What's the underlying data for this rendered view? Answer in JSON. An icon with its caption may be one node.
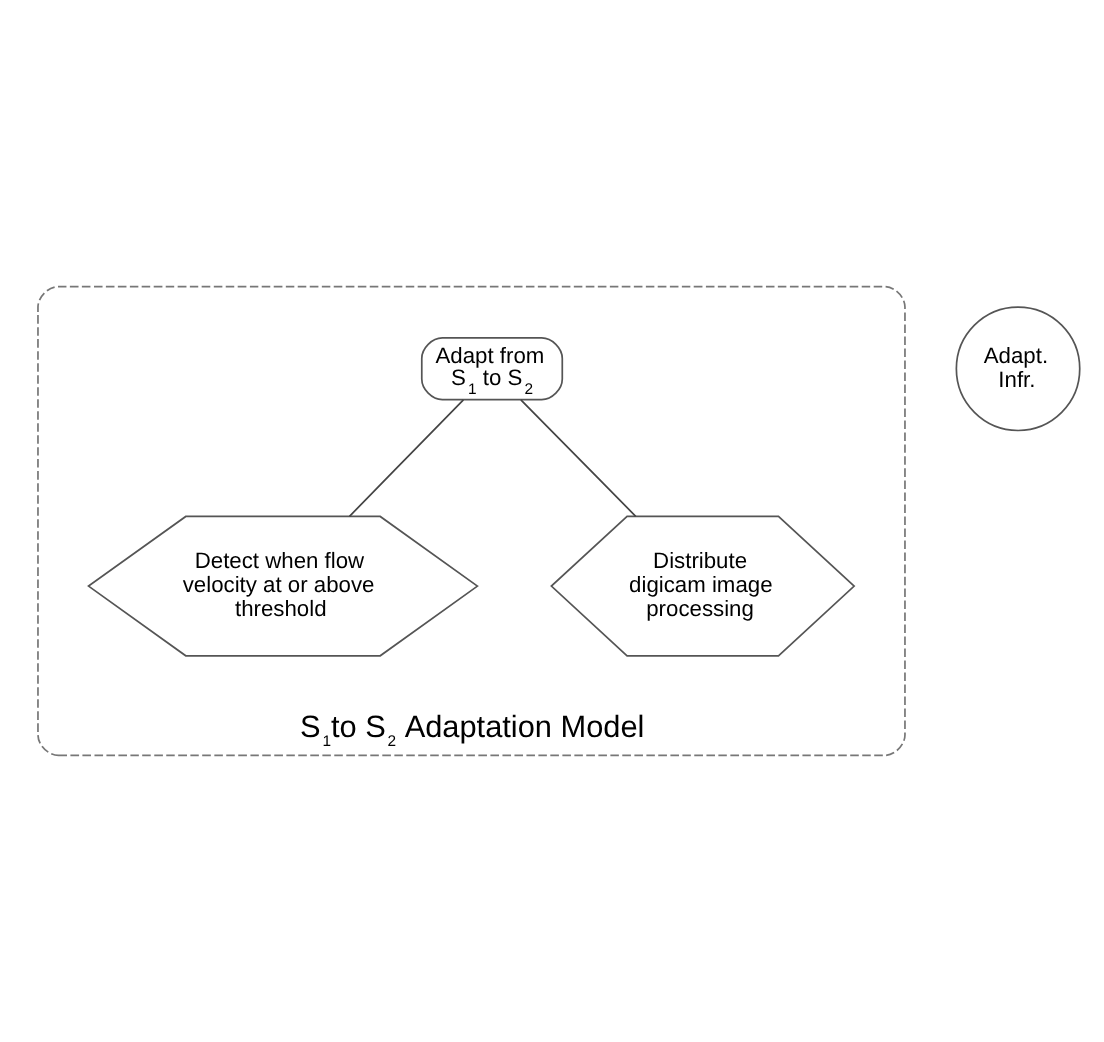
{
  "diagram": {
    "nodes": [
      {
        "text": [
          "S$_{1}$to S$_{2}$ Adaptation Model"
        ]
      },
      {
        "text": [
          "Adapt. Infr."
        ]
      },
      {
        "text": [
          "Adapt from S$_{1}$ to S$_{2}$"
        ],
        "in": 0
      },
      {
        "text": [
          "Detect when flow velocity at or above threshold"
        ],
        "in": 0
      },
      {
        "text": [
          "Distribute digicam image processing"
        ],
        "in": 0
      }
    ],
    "edges": [
      {
        "from": 2,
        "to": 3,
        "arrow": "none"
      },
      {
        "from": 2,
        "to": 4,
        "arrow": "none"
      }
    ]
  }
}
